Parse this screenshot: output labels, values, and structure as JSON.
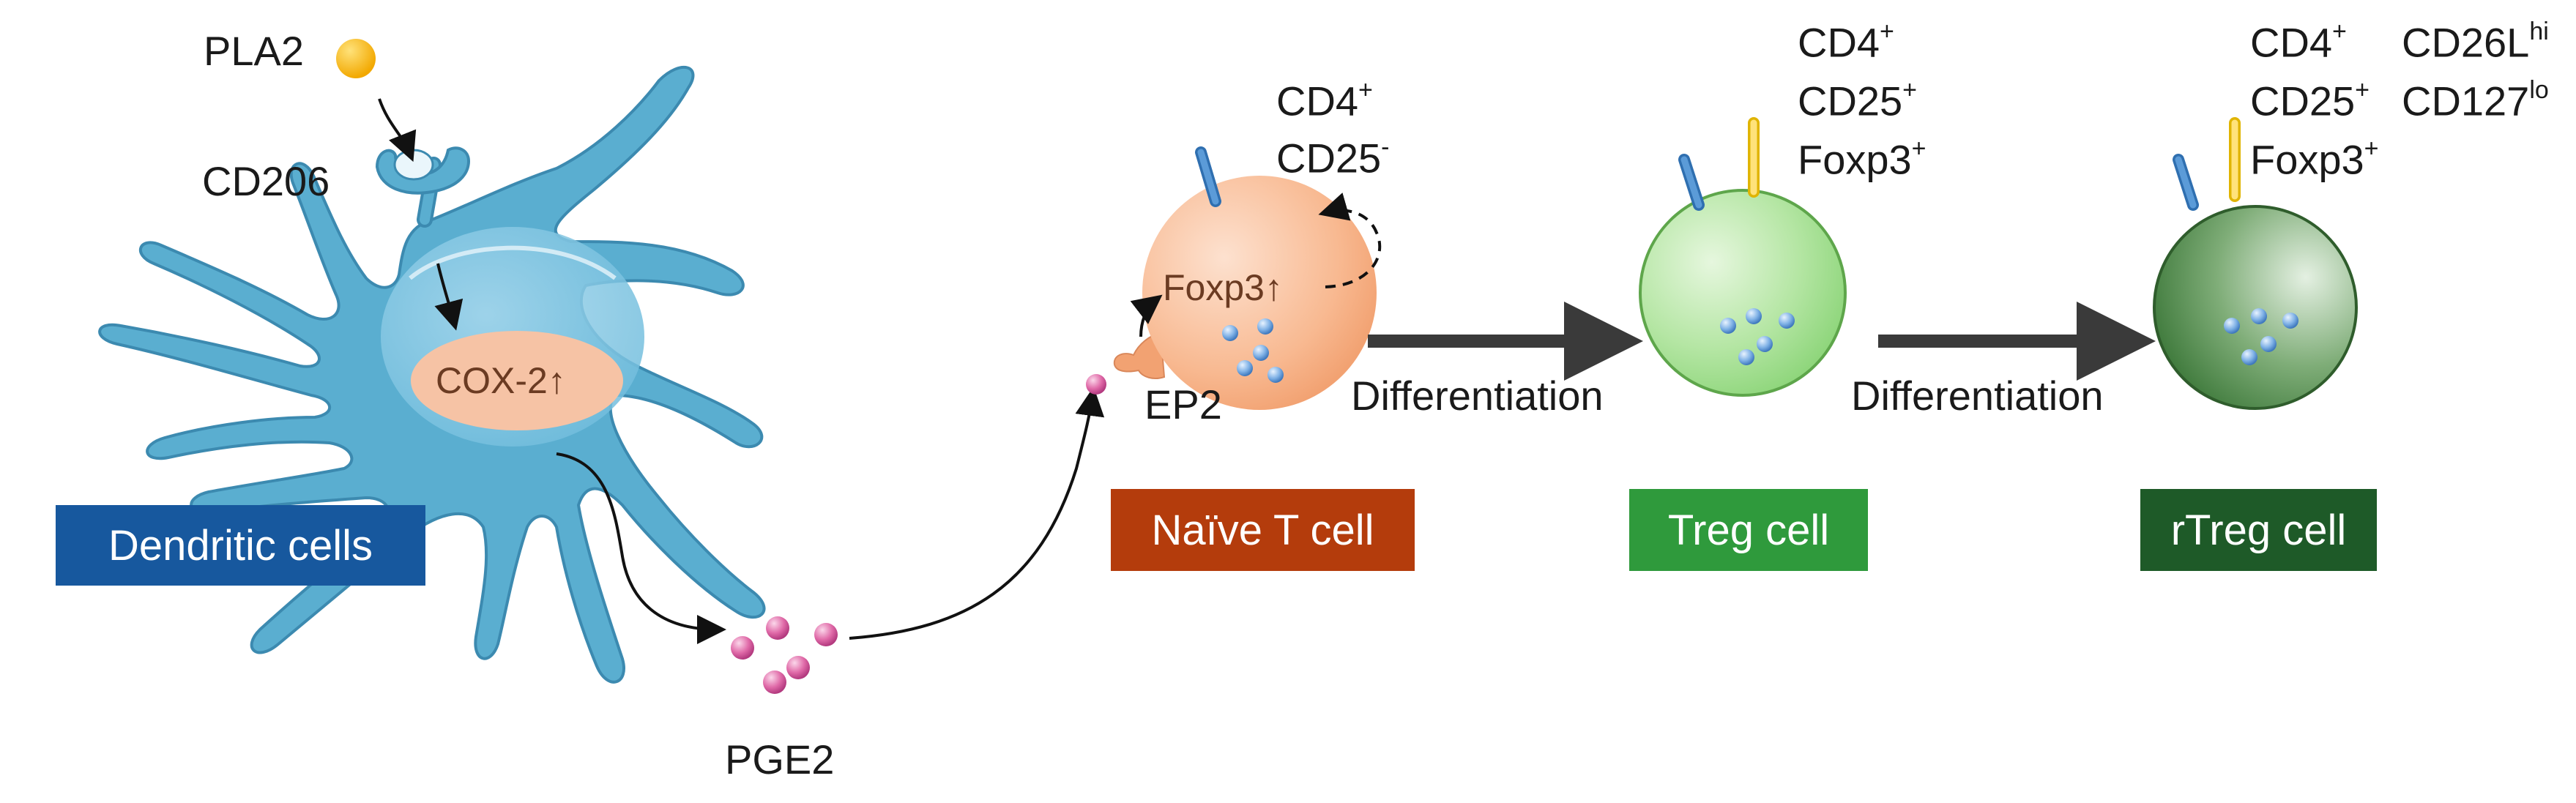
{
  "dc": {
    "pla2": "PLA2",
    "cd206": "CD206",
    "cox2": "COX-2",
    "box_label": "Dendritic cells"
  },
  "pge2": "PGE2",
  "naive": {
    "ep2": "EP2",
    "foxp3": "Foxp3",
    "cd4": "CD4",
    "cd4_sup": "+",
    "cd25": "CD25",
    "cd25_sup": "-",
    "box_label": "Naïve T cell"
  },
  "arrow1": {
    "label": "Differentiation"
  },
  "treg": {
    "cd4": "CD4",
    "cd4_sup": "+",
    "cd25": "CD25",
    "cd25_sup": "+",
    "foxp3": "Foxp3",
    "foxp3_sup": "+",
    "box_label": "Treg cell"
  },
  "arrow2": {
    "label": "Differentiation"
  },
  "rtreg": {
    "cd4": "CD4",
    "cd4_sup": "+",
    "cd25": "CD25",
    "cd25_sup": "+",
    "foxp3": "Foxp3",
    "foxp3_sup": "+",
    "cd26l": "CD26L",
    "cd26l_sup": "hi",
    "cd127": "CD127",
    "cd127_sup": "lo",
    "box_label": "rTreg cell"
  },
  "colors": {
    "dc_body": "#5aaed0",
    "dc_box": "#17589e",
    "naive_box": "#b43c0c",
    "treg_box": "#2f9a3c",
    "rtreg_box": "#1e5a28",
    "pla2_dot": "#f5b400",
    "pge2_dot": "#d64b9a",
    "cox2_fill": "#f6c3a5",
    "arrow_gray": "#3a3a3a"
  }
}
